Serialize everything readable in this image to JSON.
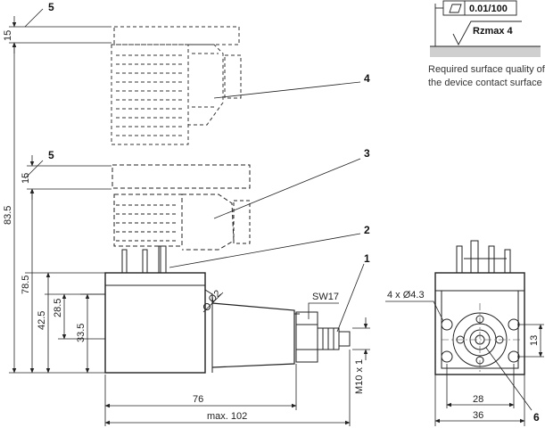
{
  "dimensions": {
    "d15_top": "15",
    "d83_5": "83.5",
    "d15_mid": "15",
    "d78_5": "78.5",
    "d42_5": "42.5",
    "d28_5": "28.5",
    "d33_5": "33.5",
    "d76": "76",
    "d_max102": "max. 102",
    "d_phi2": "Ø2",
    "d_sw17": "SW17",
    "d_thread": "M10 x 1",
    "d_holes": "4 x Ø4.3",
    "d13": "13",
    "d28": "28",
    "d36": "36"
  },
  "callouts": {
    "c1": "1",
    "c2": "2",
    "c3": "3",
    "c4": "4",
    "c5_top": "5",
    "c5_mid": "5",
    "c6": "6"
  },
  "surface": {
    "flatness": "0.01/100",
    "roughness": "Rzmax 4",
    "note_line1": "Required surface quality of",
    "note_line2": "the device contact surface"
  }
}
